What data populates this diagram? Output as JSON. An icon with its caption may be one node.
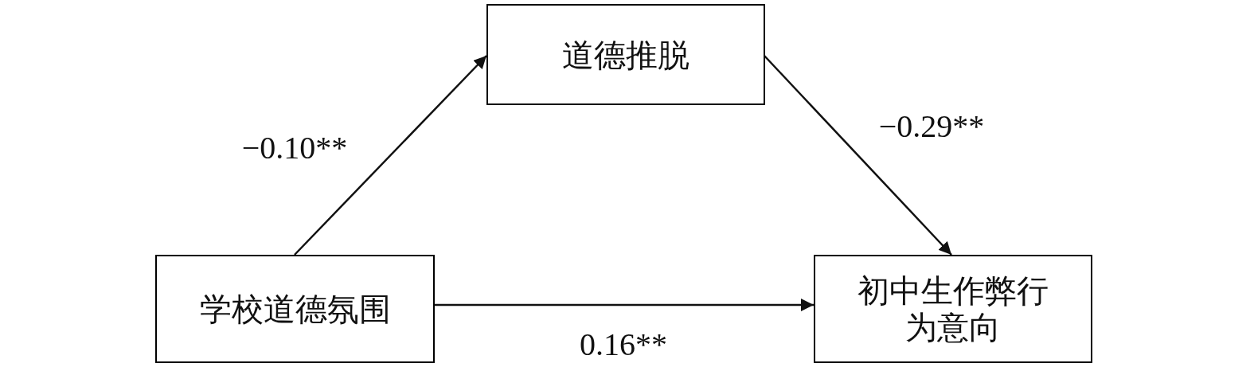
{
  "diagram": {
    "nodes": [
      {
        "text": [
          "道德推脱"
        ]
      },
      {
        "text": [
          "学校道德氛围"
        ]
      },
      {
        "text": [
          "初中生作弊行为意向"
        ]
      }
    ],
    "edges": [
      {
        "from": 1,
        "to": 0,
        "arrow": "to",
        "label": "−0.10**"
      },
      {
        "from": 0,
        "to": 2,
        "arrow": "to",
        "label": "−0.29**"
      },
      {
        "from": 1,
        "to": 2,
        "arrow": "to",
        "label": "0.16**"
      }
    ]
  }
}
